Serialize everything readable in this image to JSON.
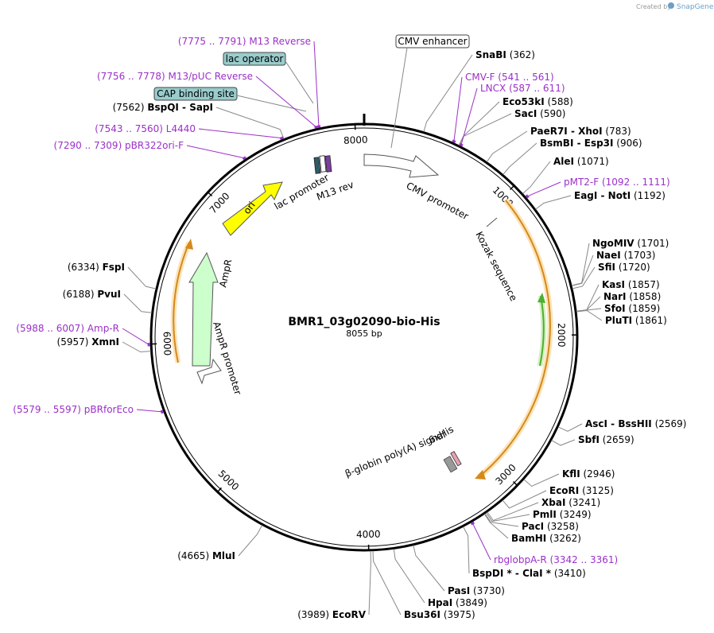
{
  "credit": {
    "text": "Created by",
    "brand": "SnapGene"
  },
  "plasmid": {
    "name": "BMR1_03g02090-bio-His",
    "length_label": "8055 bp"
  },
  "ruler": [
    {
      "label": "1000",
      "bp": 1000
    },
    {
      "label": "2000",
      "bp": 2000
    },
    {
      "label": "3000",
      "bp": 3000
    },
    {
      "label": "4000",
      "bp": 4000
    },
    {
      "label": "5000",
      "bp": 5000
    },
    {
      "label": "6000",
      "bp": 6000
    },
    {
      "label": "7000",
      "bp": 7000
    },
    {
      "label": "8000",
      "bp": 8000
    }
  ],
  "sites": [
    {
      "name": "SnaBI",
      "pos": "(362)",
      "bp": 362
    },
    {
      "name": "Eco53kI",
      "pos": "(588)",
      "bp": 588
    },
    {
      "name": "SacI",
      "pos": "(590)",
      "bp": 590
    },
    {
      "name": "PaeR7I  -  XhoI",
      "pos": "(783)",
      "bp": 783
    },
    {
      "name": "BsmBI  -  Esp3I",
      "pos": "(906)",
      "bp": 906
    },
    {
      "name": "AleI",
      "pos": "(1071)",
      "bp": 1071
    },
    {
      "name": "EagI  -  NotI",
      "pos": "(1192)",
      "bp": 1192
    },
    {
      "name": "NgoMIV",
      "pos": "(1701)",
      "bp": 1701
    },
    {
      "name": "NaeI",
      "pos": "(1703)",
      "bp": 1703
    },
    {
      "name": "SfiI",
      "pos": "(1720)",
      "bp": 1720
    },
    {
      "name": "KasI",
      "pos": "(1857)",
      "bp": 1857
    },
    {
      "name": "NarI",
      "pos": "(1858)",
      "bp": 1858
    },
    {
      "name": "SfoI",
      "pos": "(1859)",
      "bp": 1859
    },
    {
      "name": "PluTI",
      "pos": "(1861)",
      "bp": 1861
    },
    {
      "name": "AscI  -  BssHII",
      "pos": "(2569)",
      "bp": 2569
    },
    {
      "name": "SbfI",
      "pos": "(2659)",
      "bp": 2659
    },
    {
      "name": "KflI",
      "pos": "(2946)",
      "bp": 2946
    },
    {
      "name": "EcoRI",
      "pos": "(3125)",
      "bp": 3125
    },
    {
      "name": "XbaI",
      "pos": "(3241)",
      "bp": 3241
    },
    {
      "name": "PmlI",
      "pos": "(3249)",
      "bp": 3249
    },
    {
      "name": "PacI",
      "pos": "(3258)",
      "bp": 3258
    },
    {
      "name": "BamHI",
      "pos": "(3262)",
      "bp": 3262
    },
    {
      "name": "BspDI *  -  ClaI *",
      "pos": "(3410)",
      "bp": 3410
    },
    {
      "name": "PasI",
      "pos": "(3730)",
      "bp": 3730
    },
    {
      "name": "HpaI",
      "pos": "(3849)",
      "bp": 3849
    },
    {
      "name": "Bsu36I",
      "pos": "(3975)",
      "bp": 3975
    },
    {
      "name": "EcoRV",
      "pos": "(3989)",
      "bp": 3989
    },
    {
      "name": "MluI",
      "pos": "(4665)",
      "bp": 4665
    },
    {
      "name": "XmnI",
      "pos": "(5957)",
      "bp": 5957
    },
    {
      "name": "PvuI",
      "pos": "(6188)",
      "bp": 6188
    },
    {
      "name": "FspI",
      "pos": "(6334)",
      "bp": 6334
    },
    {
      "name": "BspQI  -  SapI",
      "pos": "(7562)",
      "bp": 7562
    }
  ],
  "primers": [
    {
      "name": "CMV-F",
      "range": "(541 .. 561)",
      "bp": 551
    },
    {
      "name": "LNCX",
      "range": "(587 .. 611)",
      "bp": 599
    },
    {
      "name": "pMT2-F",
      "range": "(1092 .. 1111)",
      "bp": 1101
    },
    {
      "name": "rbglobpA-R",
      "range": "(3342 .. 3361)",
      "bp": 3351
    },
    {
      "name": "pBRforEco",
      "range": "(5579 .. 5597)",
      "bp": 5588
    },
    {
      "name": "Amp-R",
      "range": "(5988 .. 6007)",
      "bp": 5997
    },
    {
      "name": "pBR322ori-F",
      "range": "(7290 .. 7309)",
      "bp": 7299
    },
    {
      "name": "L4440",
      "range": "(7543 .. 7560)",
      "bp": 7551
    },
    {
      "name": "M13/pUC Reverse",
      "range": "(7756 .. 7778)",
      "bp": 7767
    },
    {
      "name": "M13 Reverse",
      "range": "(7775 .. 7791)",
      "bp": 7783
    }
  ],
  "boxed": [
    {
      "name": "CMV enhancer",
      "kind": "plain"
    },
    {
      "name": "lac operator",
      "kind": "teal"
    },
    {
      "name": "CAP binding site",
      "kind": "teal"
    }
  ],
  "features": [
    {
      "name": "CMV promoter"
    },
    {
      "name": "Kozak sequence"
    },
    {
      "name": "lac promoter"
    },
    {
      "name": "M13 rev"
    },
    {
      "name": "ori"
    },
    {
      "name": "AmpR"
    },
    {
      "name": "AmpR promoter"
    },
    {
      "name": "6xHis"
    },
    {
      "name": "β-globin poly(A) signal"
    }
  ],
  "colors": {
    "primer": "#9b30c8",
    "ori": "#ffff00",
    "ampr": "#ccffcc",
    "orf": "#f5a623",
    "orf_glow": "#fde3b8",
    "inner_orf": "#4caf30",
    "teal_box": "#99cccc"
  }
}
